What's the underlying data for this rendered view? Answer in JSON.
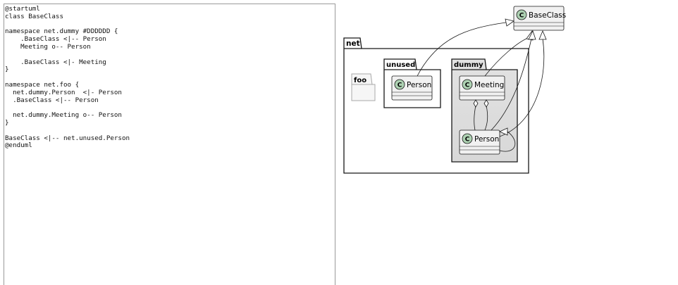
{
  "editor": {
    "lines": [
      "@startuml",
      "class BaseClass",
      "",
      "namespace net.dummy #DDDDDD {",
      "    .BaseClass <|-- Person",
      "    Meeting o-- Person",
      "",
      "    .BaseClass <|- Meeting",
      "}",
      "",
      "namespace net.foo {",
      "  net.dummy.Person  <|- Person",
      "  .BaseClass <|-- Person",
      "",
      "  net.dummy.Meeting o-- Person",
      "}",
      "",
      "BaseClass <|-- net.unused.Person",
      "@enduml"
    ]
  },
  "diagram": {
    "colors": {
      "class_fill": "#F1F1F1",
      "class_border": "#181818",
      "circle_fill": "#ADD1B2",
      "dummy_fill": "#DDDDDD",
      "package_fill": "#FFFFFF",
      "edge": "#181818"
    },
    "packages": {
      "net": "net",
      "unused": "unused",
      "dummy": "dummy",
      "foo": "foo"
    },
    "classes": {
      "base": {
        "name": "BaseClass",
        "stereo": "C"
      },
      "unused_person": {
        "name": "Person",
        "stereo": "C"
      },
      "meeting": {
        "name": "Meeting",
        "stereo": "C"
      },
      "dummy_person": {
        "name": "Person",
        "stereo": "C"
      }
    }
  }
}
